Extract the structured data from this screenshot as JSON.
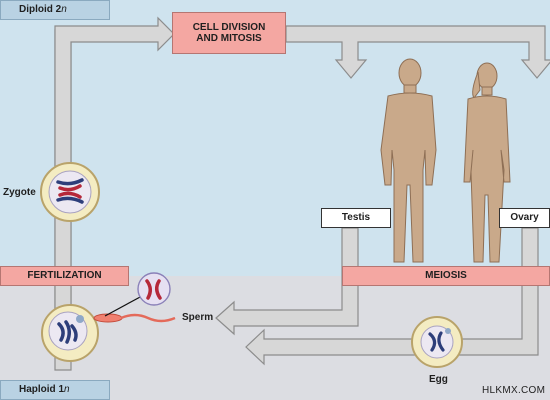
{
  "zones": {
    "diploid": {
      "label": "Diploid 2",
      "symbol": "n"
    },
    "haploid": {
      "label": "Haploid 1",
      "symbol": "n"
    }
  },
  "stages": {
    "cell_division": {
      "line1": "CELL DIVISION",
      "line2": "AND MITOSIS"
    },
    "fertilization": "FERTILIZATION",
    "meiosis": "MEIOSIS"
  },
  "labels": {
    "testis": "Testis",
    "ovary": "Ovary",
    "zygote": "Zygote",
    "sperm": "Sperm",
    "egg": "Egg"
  },
  "watermark": "HLKMX.COM",
  "colors": {
    "diploid_background": "#cfe3ee",
    "haploid_background": "#dcdde2",
    "arrow_fill": "#d7d7d7",
    "stage_box": "#f4a7a2",
    "body_silhouette": "#c9a98a",
    "chromosome_red": "#b5283a",
    "chromosome_blue": "#2d3e7a"
  }
}
